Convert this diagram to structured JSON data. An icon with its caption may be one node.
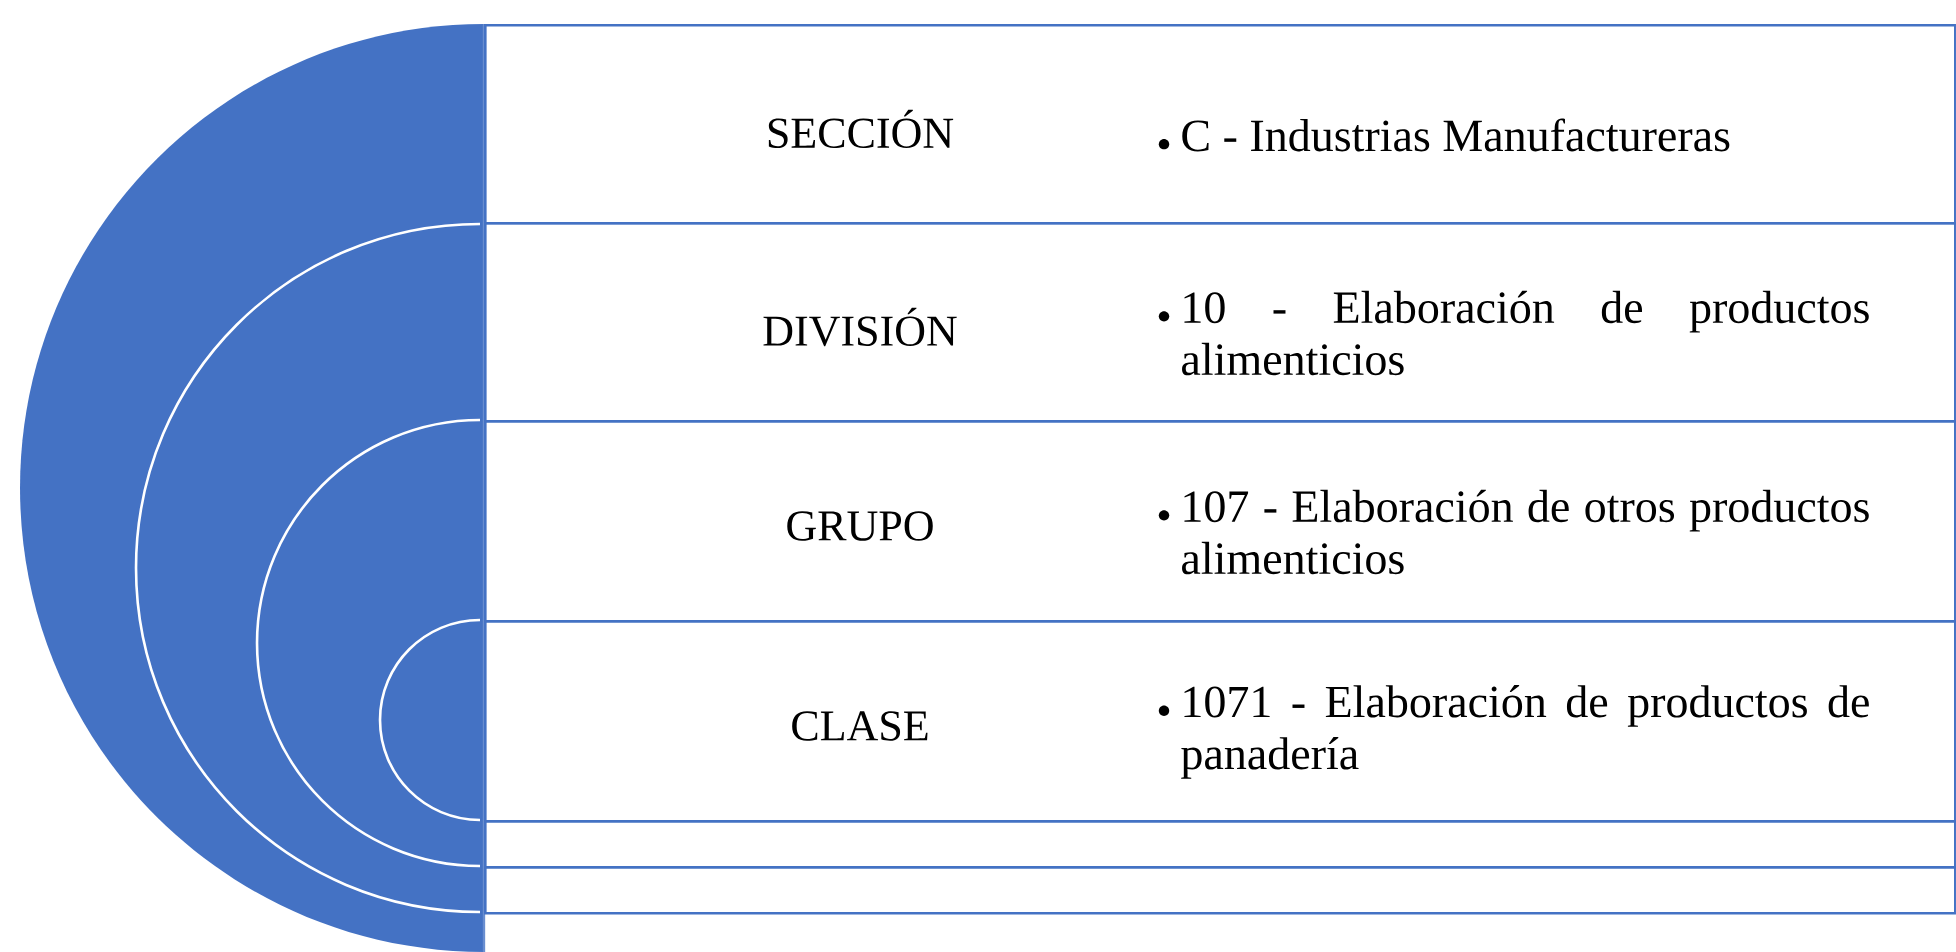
{
  "diagram": {
    "nodes": [
      {
        "text": [
          "SECCIÓN",
          "C - Industrias Manufactureras"
        ]
      },
      {
        "text": [
          "DIVISIÓN",
          "10 - Elaboración de productos alimenticios"
        ]
      },
      {
        "text": [
          "GRUPO",
          "107 - Elaboración de otros productos alimenticios"
        ]
      },
      {
        "text": [
          "CLASE",
          "1071 - Elaboración de productos de panadería"
        ]
      },
      {
        "text": [],
        "shape": "box"
      },
      {
        "text": [],
        "shape": "box"
      }
    ]
  }
}
